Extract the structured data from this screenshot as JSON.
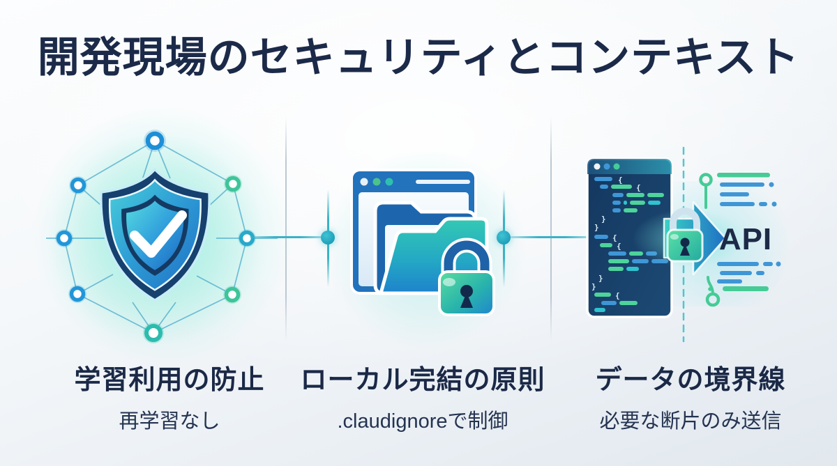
{
  "title": "開発現場のセキュリティとコンテキスト",
  "columns": [
    {
      "label": "学習利用の防止",
      "sublabel": "再学習なし",
      "icon": "shield-check-network-icon"
    },
    {
      "label": "ローカル完結の原則",
      "sublabel": ".claudignoreで制御",
      "icon": "browser-folder-lock-icon"
    },
    {
      "label": "データの境界線",
      "sublabel": "必要な断片のみ送信",
      "icon": "code-editor-lock-arrow-api-icon"
    }
  ],
  "api_label": "API",
  "decor": {
    "brace_open": "{",
    "brace_close": "}"
  },
  "colors": {
    "title_navy": "#1c2a49",
    "teal_accent": "#2fb9c9",
    "green_accent": "#46cb96",
    "blue_accent": "#2272bc",
    "editor_navy": "#16375f"
  }
}
